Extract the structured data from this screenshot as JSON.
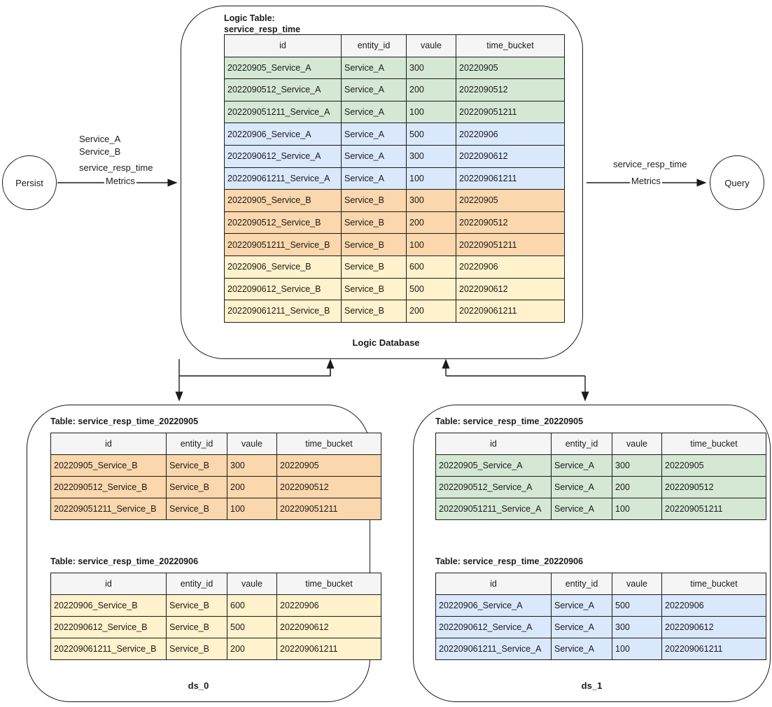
{
  "diagram": {
    "title": "Logic Database sharding diagram",
    "colors": {
      "stroke": "#1a1a1a",
      "header_fill": "#f5f5f5",
      "green": "#d5e8d4",
      "blue": "#dae8fc",
      "orange": "#fad7ac",
      "yellow": "#fff2cc"
    }
  },
  "nodes": {
    "persist": {
      "label": "Persist"
    },
    "query": {
      "label": "Query"
    }
  },
  "edges": {
    "persist_to_db": {
      "line1": "Service_A",
      "line2": "Service_B",
      "line3": "service_resp_time",
      "line4": "Metrics"
    },
    "db_to_query": {
      "line1": "service_resp_time",
      "line2": "Metrics"
    }
  },
  "logic_database": {
    "caption": "Logic Database",
    "table": {
      "title_line1": "Logic Table:",
      "title_line2": "service_resp_time",
      "columns": [
        "id",
        "entity_id",
        "vaule",
        "time_bucket"
      ],
      "rows": [
        {
          "tint": "green",
          "id": "20220905_Service_A",
          "entity_id": "Service_A",
          "vaule": "300",
          "time_bucket": "20220905"
        },
        {
          "tint": "green",
          "id": "2022090512_Service_A",
          "entity_id": "Service_A",
          "vaule": "200",
          "time_bucket": "2022090512"
        },
        {
          "tint": "green",
          "id": "202209051211_Service_A",
          "entity_id": "Service_A",
          "vaule": "100",
          "time_bucket": "202209051211"
        },
        {
          "tint": "blue",
          "id": "20220906_Service_A",
          "entity_id": "Service_A",
          "vaule": "500",
          "time_bucket": "20220906"
        },
        {
          "tint": "blue",
          "id": "2022090612_Service_A",
          "entity_id": "Service_A",
          "vaule": "300",
          "time_bucket": "2022090612"
        },
        {
          "tint": "blue",
          "id": "202209061211_Service_A",
          "entity_id": "Service_A",
          "vaule": "100",
          "time_bucket": "202209061211"
        },
        {
          "tint": "orange",
          "id": "20220905_Service_B",
          "entity_id": "Service_B",
          "vaule": "300",
          "time_bucket": "20220905"
        },
        {
          "tint": "orange",
          "id": "2022090512_Service_B",
          "entity_id": "Service_B",
          "vaule": "200",
          "time_bucket": "2022090512"
        },
        {
          "tint": "orange",
          "id": "202209051211_Service_B",
          "entity_id": "Service_B",
          "vaule": "100",
          "time_bucket": "202209051211"
        },
        {
          "tint": "yellow",
          "id": "20220906_Service_B",
          "entity_id": "Service_B",
          "vaule": "600",
          "time_bucket": "20220906"
        },
        {
          "tint": "yellow",
          "id": "2022090612_Service_B",
          "entity_id": "Service_B",
          "vaule": "500",
          "time_bucket": "2022090612"
        },
        {
          "tint": "yellow",
          "id": "202209061211_Service_B",
          "entity_id": "Service_B",
          "vaule": "200",
          "time_bucket": "202209061211"
        }
      ]
    }
  },
  "datasources": [
    {
      "caption": "ds_0",
      "tables": [
        {
          "title": "Table: service_resp_time_20220905",
          "columns": [
            "id",
            "entity_id",
            "vaule",
            "time_bucket"
          ],
          "tint": "orange",
          "rows": [
            {
              "id": "20220905_Service_B",
              "entity_id": "Service_B",
              "vaule": "300",
              "time_bucket": "20220905"
            },
            {
              "id": "2022090512_Service_B",
              "entity_id": "Service_B",
              "vaule": "200",
              "time_bucket": "2022090512"
            },
            {
              "id": "202209051211_Service_B",
              "entity_id": "Service_B",
              "vaule": "100",
              "time_bucket": "202209051211"
            }
          ]
        },
        {
          "title": "Table: service_resp_time_20220906",
          "columns": [
            "id",
            "entity_id",
            "vaule",
            "time_bucket"
          ],
          "tint": "yellow",
          "rows": [
            {
              "id": "20220906_Service_B",
              "entity_id": "Service_B",
              "vaule": "600",
              "time_bucket": "20220906"
            },
            {
              "id": "2022090612_Service_B",
              "entity_id": "Service_B",
              "vaule": "500",
              "time_bucket": "2022090612"
            },
            {
              "id": "202209061211_Service_B",
              "entity_id": "Service_B",
              "vaule": "200",
              "time_bucket": "202209061211"
            }
          ]
        }
      ]
    },
    {
      "caption": "ds_1",
      "tables": [
        {
          "title": "Table: service_resp_time_20220905",
          "columns": [
            "id",
            "entity_id",
            "vaule",
            "time_bucket"
          ],
          "tint": "green",
          "rows": [
            {
              "id": "20220905_Service_A",
              "entity_id": "Service_A",
              "vaule": "300",
              "time_bucket": "20220905"
            },
            {
              "id": "2022090512_Service_A",
              "entity_id": "Service_A",
              "vaule": "200",
              "time_bucket": "2022090512"
            },
            {
              "id": "202209051211_Service_A",
              "entity_id": "Service_A",
              "vaule": "100",
              "time_bucket": "202209051211"
            }
          ]
        },
        {
          "title": "Table: service_resp_time_20220906",
          "columns": [
            "id",
            "entity_id",
            "vaule",
            "time_bucket"
          ],
          "tint": "blue",
          "rows": [
            {
              "id": "20220906_Service_A",
              "entity_id": "Service_A",
              "vaule": "500",
              "time_bucket": "20220906"
            },
            {
              "id": "2022090612_Service_A",
              "entity_id": "Service_A",
              "vaule": "300",
              "time_bucket": "2022090612"
            },
            {
              "id": "202209061211_Service_A",
              "entity_id": "Service_A",
              "vaule": "100",
              "time_bucket": "202209061211"
            }
          ]
        }
      ]
    }
  ]
}
